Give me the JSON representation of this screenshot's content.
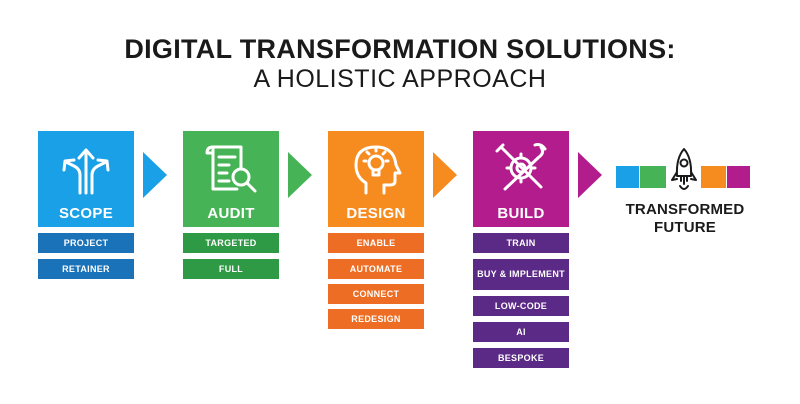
{
  "title": "DIGITAL TRANSFORMATION SOLUTIONS:",
  "subtitle": "A HOLISTIC APPROACH",
  "colors": {
    "scope": "#1aa0e6",
    "audit": "#46b456",
    "design": "#f68b1f",
    "build": "#b21c8c",
    "build_sub": "#5b2a86"
  },
  "stages": {
    "scope": {
      "label": "SCOPE",
      "items": [
        "PROJECT",
        "RETAINER"
      ]
    },
    "audit": {
      "label": "AUDIT",
      "items": [
        "TARGETED",
        "FULL"
      ]
    },
    "design": {
      "label": "DESIGN",
      "items": [
        "ENABLE",
        "AUTOMATE",
        "CONNECT",
        "REDESIGN"
      ]
    },
    "build": {
      "label": "BUILD",
      "items": [
        "TRAIN",
        "BUY & IMPLEMENT",
        "LOW-CODE",
        "AI",
        "BESPOKE"
      ]
    }
  },
  "future": {
    "line1": "TRANSFORMED",
    "line2": "FUTURE"
  }
}
